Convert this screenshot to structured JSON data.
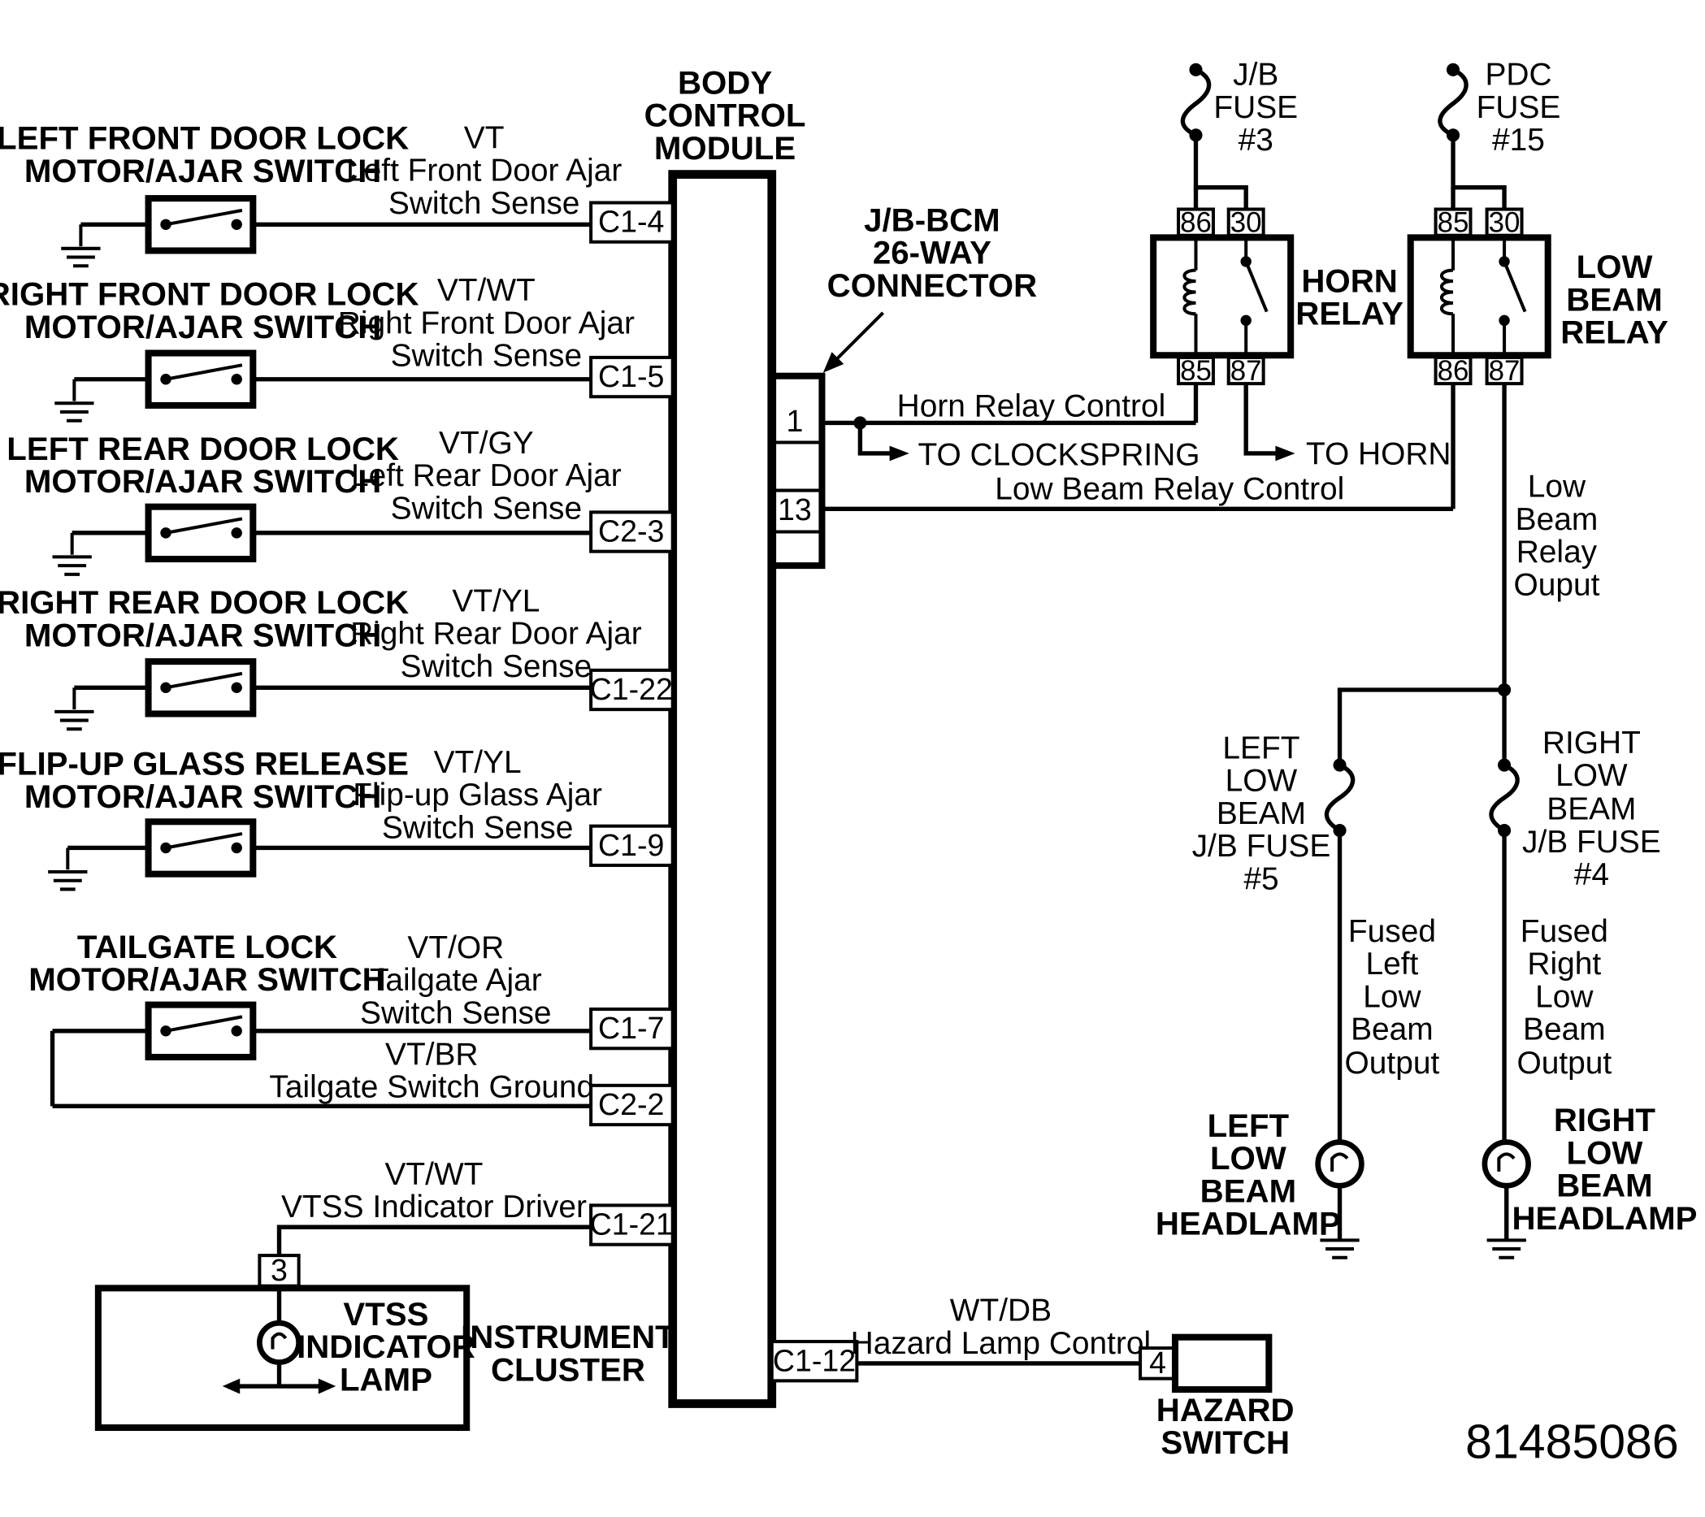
{
  "bcm": {
    "lines": [
      "BODY",
      "CONTROL",
      "MODULE"
    ]
  },
  "connector": {
    "lines": [
      "J/B-BCM",
      "26-WAY",
      "CONNECTOR"
    ],
    "pins": [
      "1",
      "13"
    ]
  },
  "switches": [
    {
      "name": [
        "LEFT FRONT DOOR LOCK",
        "MOTOR/AJAR SWITCH"
      ],
      "wire": "VT",
      "signal": [
        "Left Front Door Ajar",
        "Switch Sense"
      ],
      "pin": "C1-4"
    },
    {
      "name": [
        "RIGHT FRONT DOOR LOCK",
        "MOTOR/AJAR SWITCH"
      ],
      "wire": "VT/WT",
      "signal": [
        "Right Front Door Ajar",
        "Switch Sense"
      ],
      "pin": "C1-5"
    },
    {
      "name": [
        "LEFT REAR DOOR LOCK",
        "MOTOR/AJAR SWITCH"
      ],
      "wire": "VT/GY",
      "signal": [
        "Left Rear Door Ajar",
        "Switch Sense"
      ],
      "pin": "C2-3"
    },
    {
      "name": [
        "RIGHT REAR DOOR LOCK",
        "MOTOR/AJAR SWITCH"
      ],
      "wire": "VT/YL",
      "signal": [
        "Right Rear Door Ajar",
        "Switch Sense"
      ],
      "pin": "C1-22"
    },
    {
      "name": [
        "FLIP-UP GLASS RELEASE",
        "MOTOR/AJAR SWITCH"
      ],
      "wire": "VT/YL",
      "signal": [
        "Flip-up Glass Ajar",
        "Switch Sense"
      ],
      "pin": "C1-9"
    }
  ],
  "tailgate": {
    "name": [
      "TAILGATE LOCK",
      "MOTOR/AJAR SWITCH"
    ],
    "wire": "VT/OR",
    "signal": [
      "Tailgate Ajar",
      "Switch Sense"
    ],
    "pin": "C1-7",
    "ground_wire": "VT/BR",
    "ground_signal": "Tailgate Switch Ground",
    "ground_pin": "C2-2"
  },
  "vtss": {
    "wire": "VT/WT",
    "signal": "VTSS Indicator Driver",
    "pin": "C1-21",
    "cluster_pin": "3",
    "lamp": [
      "VTSS",
      "INDICATOR",
      "LAMP"
    ],
    "cluster": [
      "INSTRUMENT",
      "CLUSTER"
    ]
  },
  "hazard": {
    "wire": "WT/DB",
    "signal": "Hazard Lamp Control",
    "pin": "C1-12",
    "switch_pin": "4",
    "name": [
      "HAZARD",
      "SWITCH"
    ]
  },
  "fuses": {
    "jb3": [
      "J/B",
      "FUSE",
      "#3"
    ],
    "pdc15": [
      "PDC",
      "FUSE",
      "#15"
    ],
    "left": [
      "LEFT",
      "LOW",
      "BEAM",
      "J/B FUSE",
      "#5"
    ],
    "right": [
      "RIGHT",
      "LOW",
      "BEAM",
      "J/B FUSE",
      "#4"
    ]
  },
  "horn_relay": {
    "name": [
      "HORN",
      "RELAY"
    ],
    "pins": [
      "86",
      "30",
      "85",
      "87"
    ]
  },
  "low_beam_relay": {
    "name": [
      "LOW",
      "BEAM",
      "RELAY"
    ],
    "pins": [
      "85",
      "30",
      "86",
      "87"
    ]
  },
  "signals": {
    "horn_relay_control": "Horn Relay Control",
    "to_clockspring": "TO CLOCKSPRING",
    "to_horn": "TO HORN",
    "low_beam_relay_control": "Low Beam Relay Control",
    "low_beam_relay_output": [
      "Low",
      "Beam",
      "Relay",
      "Ouput"
    ],
    "fused_left": [
      "Fused",
      "Left",
      "Low",
      "Beam",
      "Output"
    ],
    "fused_right": [
      "Fused",
      "Right",
      "Low",
      "Beam",
      "Output"
    ]
  },
  "headlamps": {
    "left": [
      "LEFT",
      "LOW",
      "BEAM",
      "HEADLAMP"
    ],
    "right": [
      "RIGHT",
      "LOW",
      "BEAM",
      "HEADLAMP"
    ]
  },
  "figure_number": "81485086"
}
